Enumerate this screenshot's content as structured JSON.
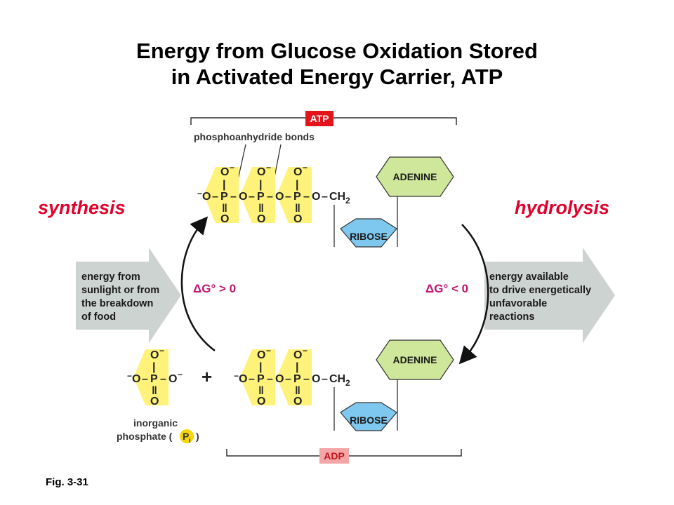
{
  "title": {
    "line1": "Energy from Glucose Oxidation Stored",
    "line2": "in Activated Energy Carrier, ATP"
  },
  "figure_label": "Fig. 3-31",
  "side_labels": {
    "left": "synthesis",
    "right": "hydrolysis"
  },
  "atp": {
    "badge": "ATP",
    "bond_label": "phosphoanhydride bonds",
    "adenine": "ADENINE",
    "ribose": "RIBOSE"
  },
  "adp": {
    "badge": "ADP",
    "adenine": "ADENINE",
    "ribose": "RIBOSE"
  },
  "chem": {
    "o": "O",
    "o_minus": "O",
    "p": "P",
    "ch2": "CH",
    "ch2_sub": "2",
    "minus": "−",
    "double_bond": "‖",
    "single_bond": "|",
    "dash": "–",
    "plus": "+"
  },
  "energy_in": [
    "energy from",
    "sunlight or from",
    "the breakdown",
    "of food"
  ],
  "energy_out": [
    "energy available",
    "to drive energetically",
    "unfavorable",
    "reactions"
  ],
  "delta_g": {
    "synthesis": "ΔG° > 0",
    "hydrolysis": "ΔG° < 0"
  },
  "inorganic_phosphate": {
    "line1": "inorganic",
    "line2": "phosphate (",
    "symbol": "P",
    "symbol_sub": "i",
    "close": ")"
  },
  "colors": {
    "title": "#000000",
    "side_label": "#e3002b",
    "delta_g": "#c2166e",
    "phosphate_fill": "#fff27a",
    "adenine_fill": "#cfe79a",
    "ribose_fill": "#7ec8ef",
    "atp_badge": "#e3141b",
    "adp_badge": "#f2a6a6",
    "energy_arrow": "#cdd3d0",
    "pi_circle": "#f5d60a"
  }
}
